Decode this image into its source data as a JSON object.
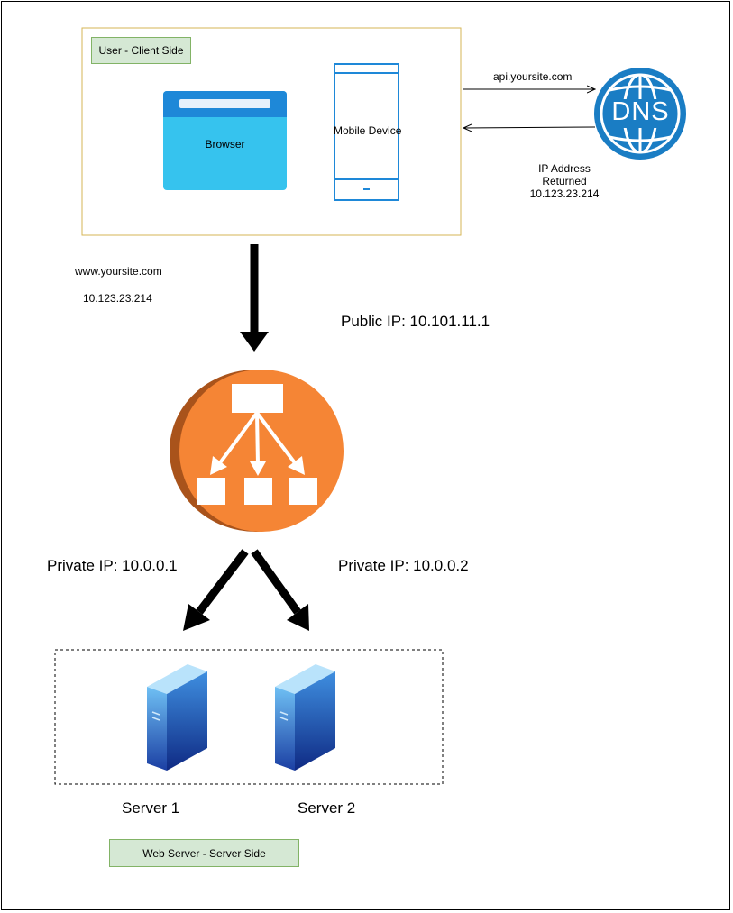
{
  "client": {
    "tag": "User - Client Side",
    "browser_label": "Browser",
    "mobile_label": "Mobile Device"
  },
  "dns": {
    "icon_text": "DNS",
    "request_label": "api.yoursite.com",
    "response_line1": "IP Address",
    "response_line2": "Returned",
    "response_ip": "10.123.23.214"
  },
  "request": {
    "domain": "www.yoursite.com",
    "ip": "10.123.23.214"
  },
  "load_balancer": {
    "public_ip": "Public IP:  10.101.11.1"
  },
  "links": {
    "private_ip_1": "Private IP:  10.0.0.1",
    "private_ip_2": "Private IP:  10.0.0.2"
  },
  "servers": {
    "server1": "Server 1",
    "server2": "Server 2",
    "tag": "Web Server - Server Side"
  },
  "colors": {
    "browser_top": "#1e88d8",
    "browser_body": "#36c3ee",
    "dns_blue": "#1a7dc4",
    "lb_orange": "#f58535",
    "lb_shadow": "#a9531b",
    "tag_green": "#d5e8d4",
    "client_border": "#d6b656"
  }
}
